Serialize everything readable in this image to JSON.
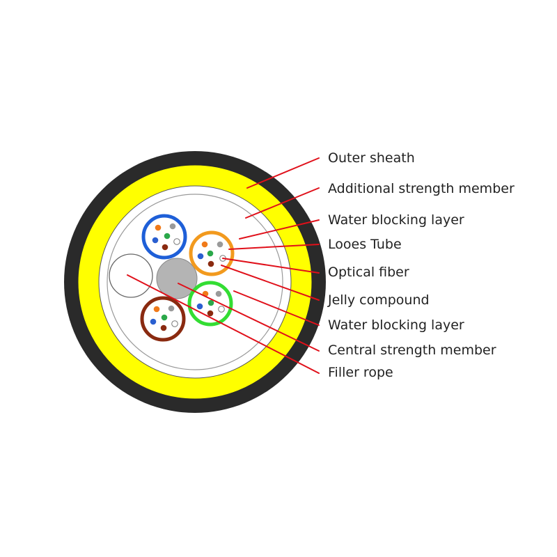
{
  "labels": {
    "outer_sheath": "Outer sheath",
    "additional_strength_member": "Additional strength member",
    "water_blocking_layer_outer": "Water blocking layer",
    "loose_tube": "Looes Tube",
    "optical_fiber": "Optical fiber",
    "jelly_compound": "Jelly compound",
    "water_blocking_layer_inner": "Water blocking layer",
    "central_strength_member": "Central strength member",
    "filler_rope": "Filler rope"
  },
  "colors": {
    "outer_sheath": "#2a2a2a",
    "strength_member_ring": "#ffff00",
    "water_blocking_layer": "#ffffff",
    "leader_line": "#e0101a",
    "tube_blue": "#1e5fd8",
    "tube_orange": "#f29a1e",
    "tube_brown": "#8a2a10",
    "tube_green": "#33dd33",
    "central_member": "#b4b4b4",
    "fiber_blue": "#2a5fd0",
    "fiber_orange": "#f07a1a",
    "fiber_green": "#2ba84a",
    "fiber_brown": "#8a2a10",
    "fiber_grey": "#9a9a9a",
    "fiber_white": "#ffffff"
  }
}
